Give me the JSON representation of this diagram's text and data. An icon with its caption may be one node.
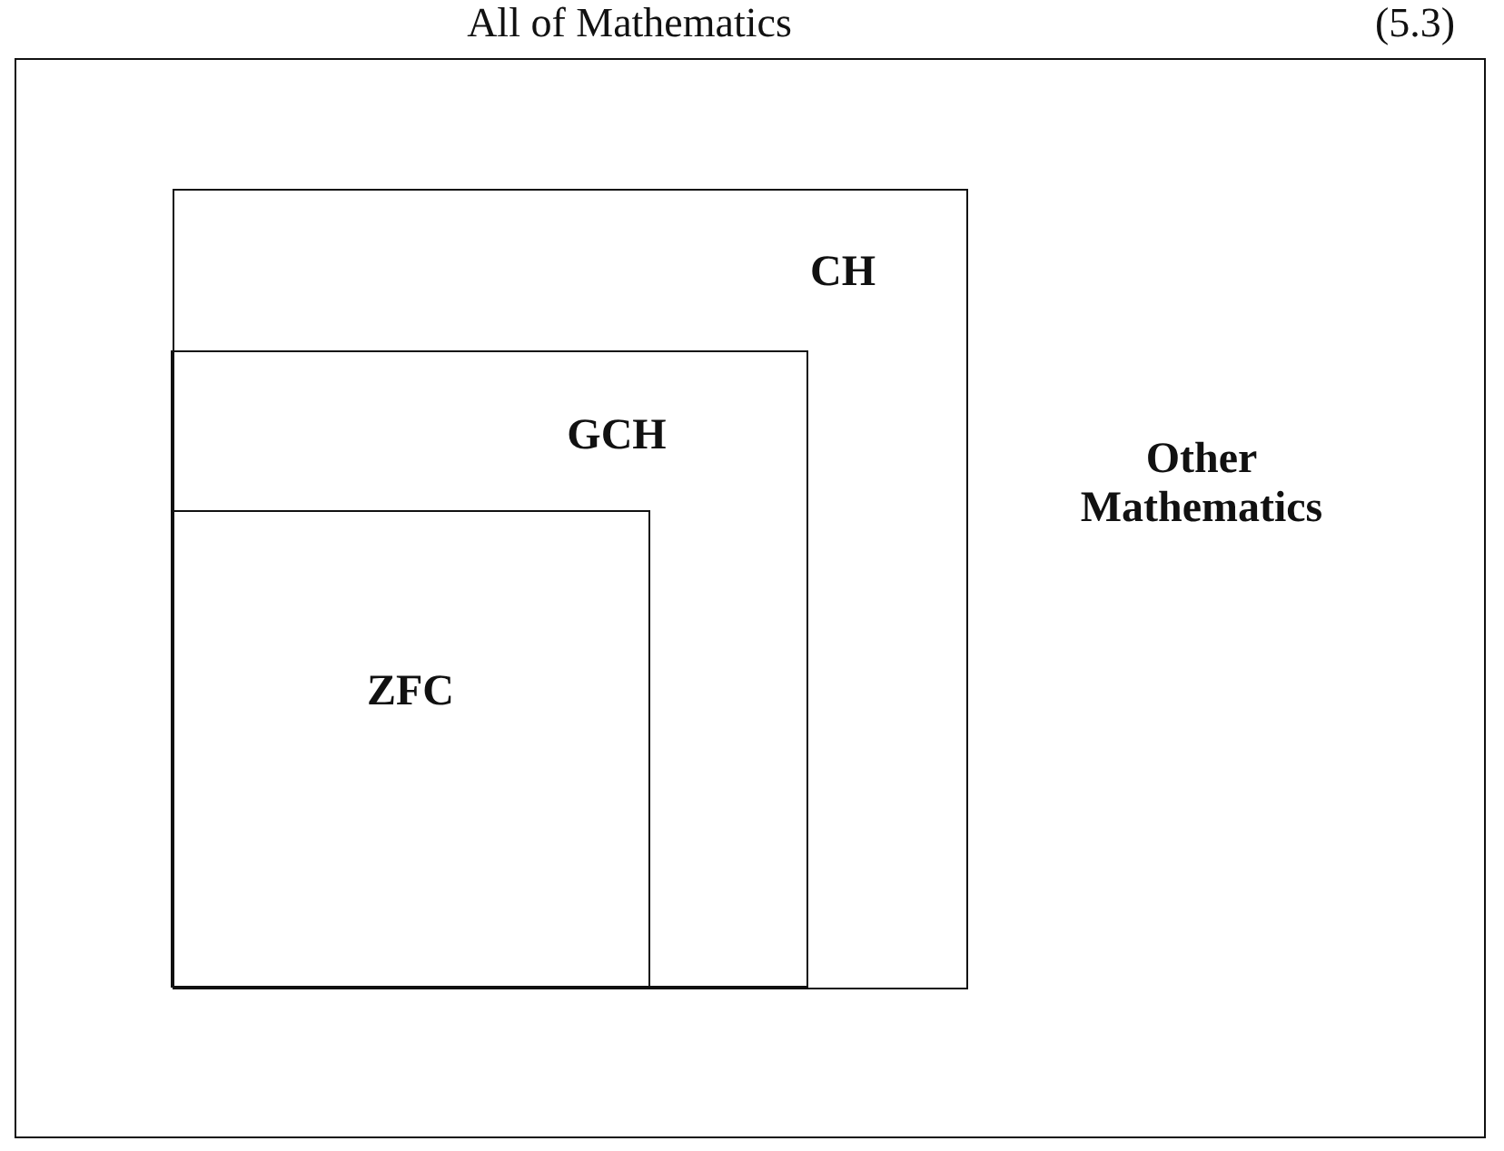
{
  "diagram": {
    "nodes": [
      {
        "text": [
          "All of Mathematics",
          "Other Mathematics"
        ]
      },
      {
        "text": [
          "CH"
        ],
        "in": 0
      },
      {
        "text": [
          "GCH"
        ],
        "in": 1
      },
      {
        "text": [
          "ZFC"
        ],
        "in": 2
      }
    ],
    "labels": [
      "(5.3)"
    ]
  }
}
